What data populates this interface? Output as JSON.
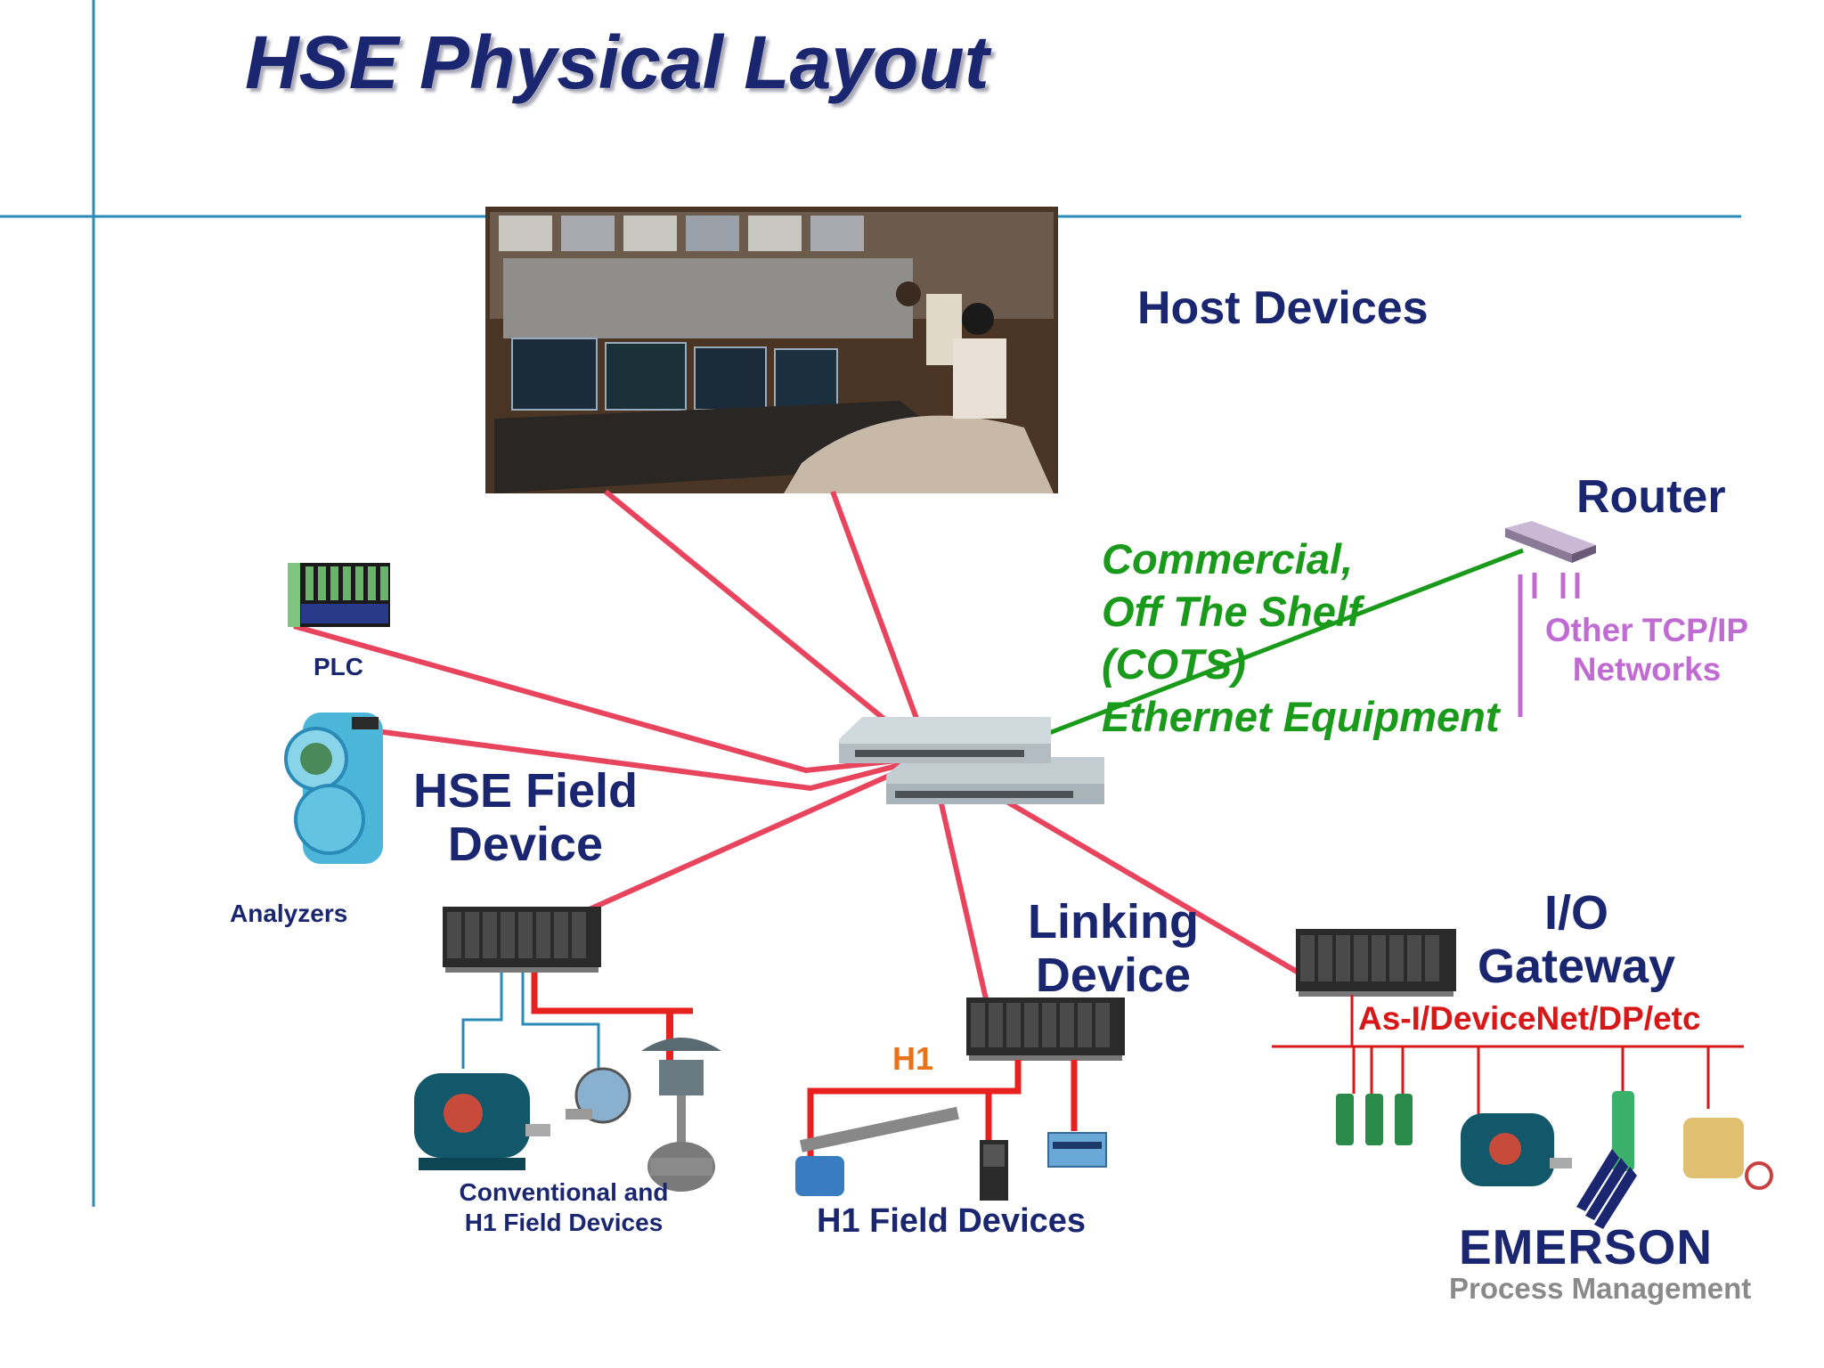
{
  "title": "HSE Physical Layout",
  "labels": {
    "host_devices": "Host Devices",
    "router": "Router",
    "cots_line1": "Commercial,",
    "cots_line2": "Off The Shelf",
    "cots_line3": "(COTS)",
    "cots_line4": "Ethernet Equipment",
    "other_tcp_line1": "Other TCP/IP",
    "other_tcp_line2": "Networks",
    "plc": "PLC",
    "hse_field_device_line1": "HSE Field",
    "hse_field_device_line2": "Device",
    "analyzers": "Analyzers",
    "linking_device_line1": "Linking",
    "linking_device_line2": "Device",
    "io_gateway_line1": "I/O",
    "io_gateway_line2": "Gateway",
    "asi_networks": "As-I/DeviceNet/DP/etc",
    "h1": "H1",
    "conventional_line1": "Conventional and",
    "conventional_line2": "H1 Field Devices",
    "h1_field_devices": "H1 Field Devices"
  },
  "logo": {
    "name": "EMERSON",
    "tagline": "Process Management"
  },
  "colors": {
    "title": "#1a2770",
    "hse_link": "#e8445e",
    "cots_green": "#1a9a1a",
    "tcp_purple": "#c06bd2",
    "h1_red": "#e82020",
    "conventional_blue": "#2a8ab8",
    "h1_label": "#e8731a",
    "gateway_red": "#d81818",
    "frame_line": "#2a8ab8"
  }
}
